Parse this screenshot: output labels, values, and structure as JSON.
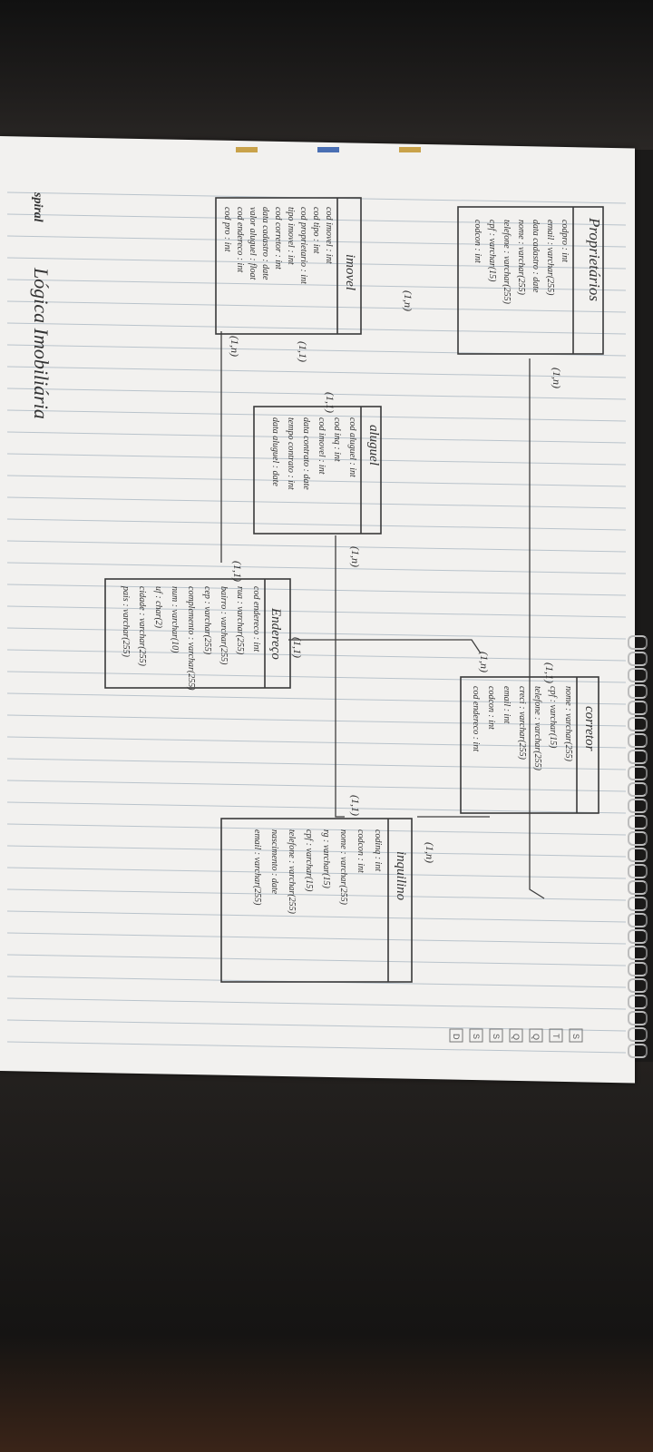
{
  "sheet_title": "Lógica Imobiliária",
  "brand": "spiral",
  "entities": {
    "proprietarios": {
      "name": "Proprietários",
      "fields": [
        "codpro : int",
        "email : varchar(255)",
        "data cadastro : date",
        "nome : varchar(255)",
        "telefone : varchar(255)",
        "cpf : varchar(15)",
        "codcon : int"
      ]
    },
    "imovel": {
      "name": "imovel",
      "fields": [
        "cod imovel : int",
        "cod tipo : int",
        "cod proprietario : int",
        "tipo imovel : int",
        "cod corretor : int",
        "data cadastro : date",
        "valor aluguel : float",
        "cod endereco : int",
        "cod pro : int"
      ]
    },
    "aluguel": {
      "name": "aluguel",
      "fields": [
        "cod aluguel : int",
        "cod inq : int",
        "cod imovel : int",
        "data contrato : date",
        "tempo contrato : int",
        "data aluguel : date"
      ]
    },
    "endereco": {
      "name": "Endereço",
      "fields": [
        "cod endereco : int",
        "rua : varchar(255)",
        "bairro : varchar(255)",
        "cep : varchar(255)",
        "complemento : varchar(255)",
        "num : varchar(10)",
        "uf : char(2)",
        "cidade : varchar(255)",
        "pais : varchar(255)"
      ]
    },
    "corretor": {
      "name": "corretor",
      "fields": [
        "nome : varchar(255)",
        "cpf : varchar(15)",
        "telefone : varchar(255)",
        "creci : varchar(255)",
        "email : int",
        "codcon : int",
        "cod endereco : int"
      ]
    },
    "inquilino": {
      "name": "inquilino",
      "fields": [
        "codinq : int",
        "codcon : int",
        "nome : varchar(255)",
        "rg : varchar(15)",
        "cpf : varchar(15)",
        "telefone : varchar(255)",
        "nascimento : date",
        "email : varchar(255)"
      ]
    }
  },
  "cardinalities": [
    "(1,n)",
    "(1,n)",
    "(1,1)",
    "(1,1)",
    "(1,n)",
    "(1,n)",
    "(1,1)",
    "(1,1)",
    "(1,n)",
    "(1,1)",
    "(1,1)",
    "(1,n)"
  ],
  "footer_marks": [
    "S",
    "T",
    "Q",
    "Q",
    "S",
    "S",
    "D"
  ],
  "colors": {
    "paper": "#f2f1ef",
    "ink": "#333333",
    "rule": "#b9c3cb",
    "tab": "#c9a24a"
  }
}
